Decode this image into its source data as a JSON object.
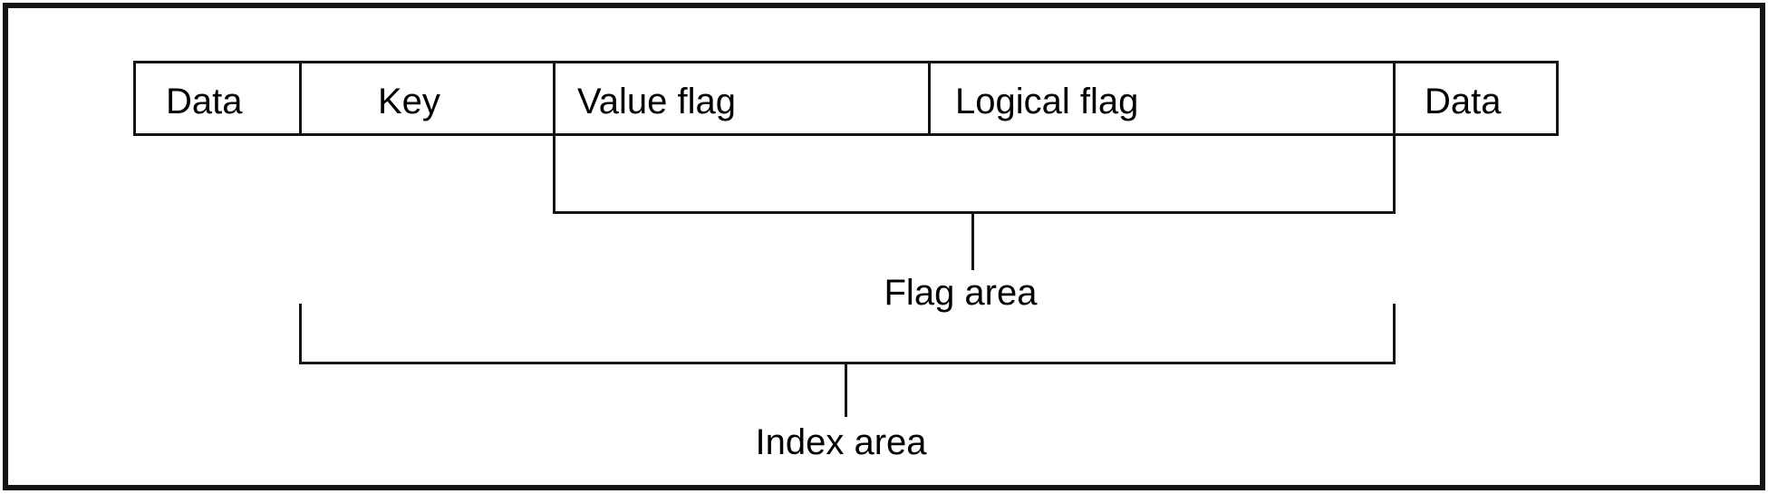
{
  "figure": {
    "description": "Record layout diagram with flag area and index area brackets",
    "row_cells": [
      {
        "label": "Data"
      },
      {
        "label": "Key"
      },
      {
        "label": "Value flag"
      },
      {
        "label": "Logical flag"
      },
      {
        "label": "Data"
      }
    ],
    "brackets": [
      {
        "label": "Flag area"
      },
      {
        "label": "Index area"
      }
    ],
    "colors": {
      "line": "#141414",
      "text": "#000000",
      "background": "#ffffff"
    }
  }
}
